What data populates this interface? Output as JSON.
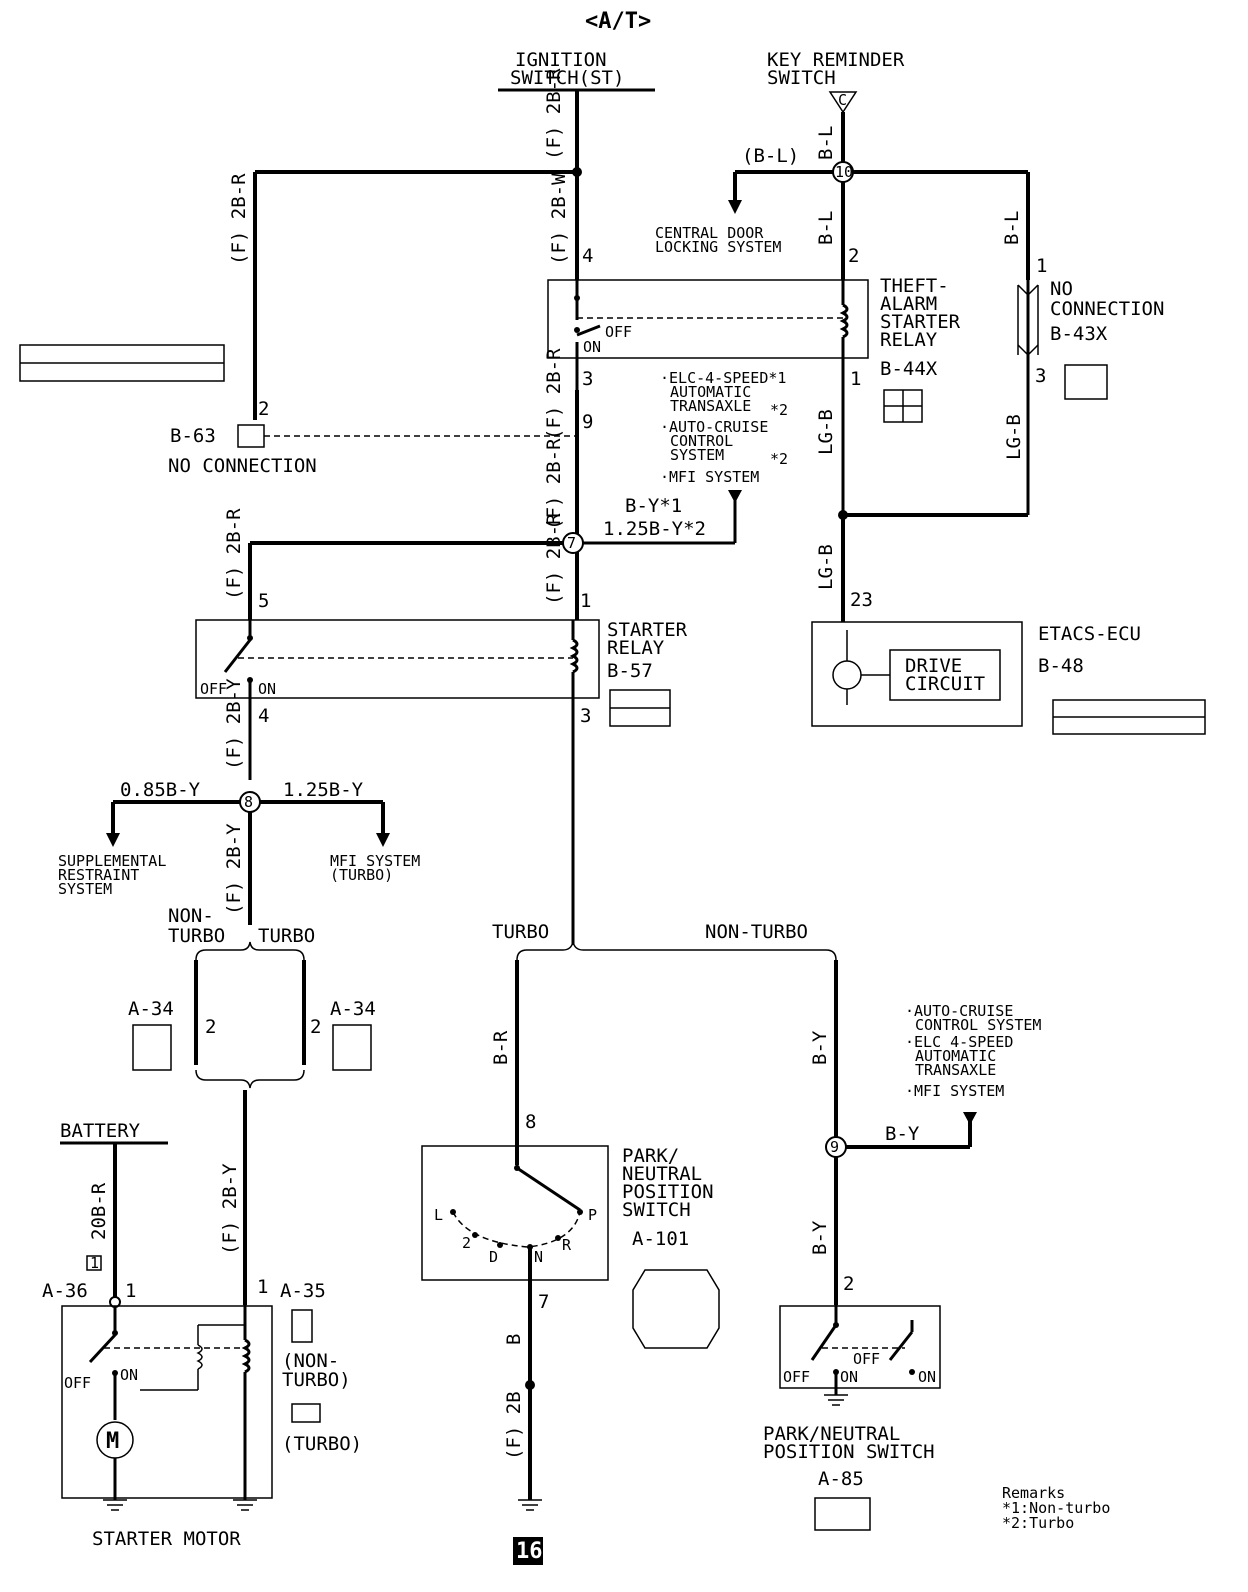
{
  "title": "<A/T>",
  "ignition": {
    "l1": "IGNITION",
    "l2": "SWITCH(ST)"
  },
  "key_reminder": {
    "l1": "KEY REMINDER",
    "l2": "SWITCH",
    "conn": "C"
  },
  "wires": {
    "w_2br_top": "(F) 2B-R",
    "w_2bw": "(F) 2B-W",
    "w_2br_left": "(F) 2B-R",
    "w_2br_mid": "(F) 2B-R",
    "w_2br_mid2": "(F) 2B-R",
    "w_2br_left2": "(F) 2B-R",
    "w_2br_sr": "(F) 2B-R",
    "w_2by_a": "(F) 2B-Y",
    "w_2by_b": "(F) 2B-Y",
    "w_2by_c": "(F) 2B-Y",
    "w_bl1": "B-L",
    "w_bl_paren": "(B-L)",
    "w_bl2": "B-L",
    "w_bl3": "B-L",
    "w_lgb1": "LG-B",
    "w_lgb2": "LG-B",
    "w_lgb3": "LG-B",
    "w_by1": "B-Y*1",
    "w_by2": "1.25B-Y*2",
    "w_085": "0.85B-Y",
    "w_125": "1.25B-Y",
    "w_br": "B-R",
    "w_by_nt1": "B-Y",
    "w_by_nt2": "B-Y",
    "w_by_nt3": "B-Y",
    "w_b": "B",
    "w_f2b": "(F) 2B",
    "w_20br": "20B-R"
  },
  "labels": {
    "central_door": {
      "l1": "CENTRAL DOOR",
      "l2": "LOCKING SYSTEM"
    },
    "theft": {
      "l1": "THEFT-",
      "l2": "ALARM",
      "l3": "STARTER",
      "l4": "RELAY",
      "id": "B-44X"
    },
    "no_conn_right": {
      "l1": "NO",
      "l2": "CONNECTION",
      "id": "B-43X"
    },
    "b63": {
      "id": "B-63",
      "text": "NO CONNECTION"
    },
    "sys_list": {
      "l1": "·ELC-4-SPEED*1",
      "l2": "AUTOMATIC",
      "l3": "TRANSAXLE",
      "l4": "*2",
      "l5": "·AUTO-CRUISE",
      "l6": "CONTROL",
      "l7": "SYSTEM",
      "l8": "*2",
      "l9": "·MFI SYSTEM"
    },
    "starter_relay": {
      "l1": "STARTER",
      "l2": "RELAY",
      "id": "B-57"
    },
    "etacs": {
      "l1": "ETACS-ECU",
      "id": "B-48",
      "drive1": "DRIVE",
      "drive2": "CIRCUIT"
    },
    "srs": {
      "l1": "SUPPLEMENTAL",
      "l2": "RESTRAINT",
      "l3": "SYSTEM"
    },
    "mfi_turbo": {
      "l1": "MFI SYSTEM",
      "l2": "(TURBO)"
    },
    "nonturbo": {
      "l1": "NON-",
      "l2": "TURBO",
      "turbo": "TURBO"
    },
    "a34": "A-34",
    "turbo_split": {
      "turbo": "TURBO",
      "nonturbo": "NON-TURBO"
    },
    "sys_list2": {
      "l1": "·AUTO-CRUISE",
      "l2": "CONTROL SYSTEM",
      "l3": "·ELC 4-SPEED",
      "l4": "AUTOMATIC",
      "l5": "TRANSAXLE",
      "l6": "·MFI SYSTEM"
    },
    "battery": "BATTERY",
    "a36": "A-36",
    "a35": "A-35",
    "a35_nt": {
      "l1": "(NON-",
      "l2": "TURBO)",
      "l3": "(TURBO)"
    },
    "starter_motor": "STARTER MOTOR",
    "pn_switch1": {
      "l1": "PARK/",
      "l2": "NEUTRAL",
      "l3": "POSITION",
      "l4": "SWITCH",
      "id": "A-101"
    },
    "pn_switch2": {
      "l1": "PARK/NEUTRAL",
      "l2": "POSITION SWITCH",
      "id": "A-85"
    },
    "gear": {
      "L": "L",
      "2": "2",
      "D": "D",
      "N": "N",
      "R": "R",
      "P": "P"
    },
    "relay_off": "OFF",
    "relay_on": "ON",
    "remarks": {
      "l1": "Remarks",
      "l2": "*1:Non-turbo",
      "l3": "*2:Turbo"
    },
    "page_num": "16",
    "box1": "1"
  },
  "pins": {
    "p4": "4",
    "p3": "3",
    "p9": "9",
    "p2": "2",
    "p1": "1",
    "p23": "23",
    "p5": "5",
    "p4b": "4",
    "p3b": "3",
    "p1b": "1",
    "j10": "10",
    "j7": "7",
    "j8": "8",
    "j9": "9",
    "p2a": "2",
    "p2b": "2",
    "p1a36": "1",
    "p1a35": "1",
    "p8": "8",
    "p7": "7",
    "p2pn": "2",
    "p1nc": "1",
    "p3nc": "3",
    "p2b63": "2"
  }
}
